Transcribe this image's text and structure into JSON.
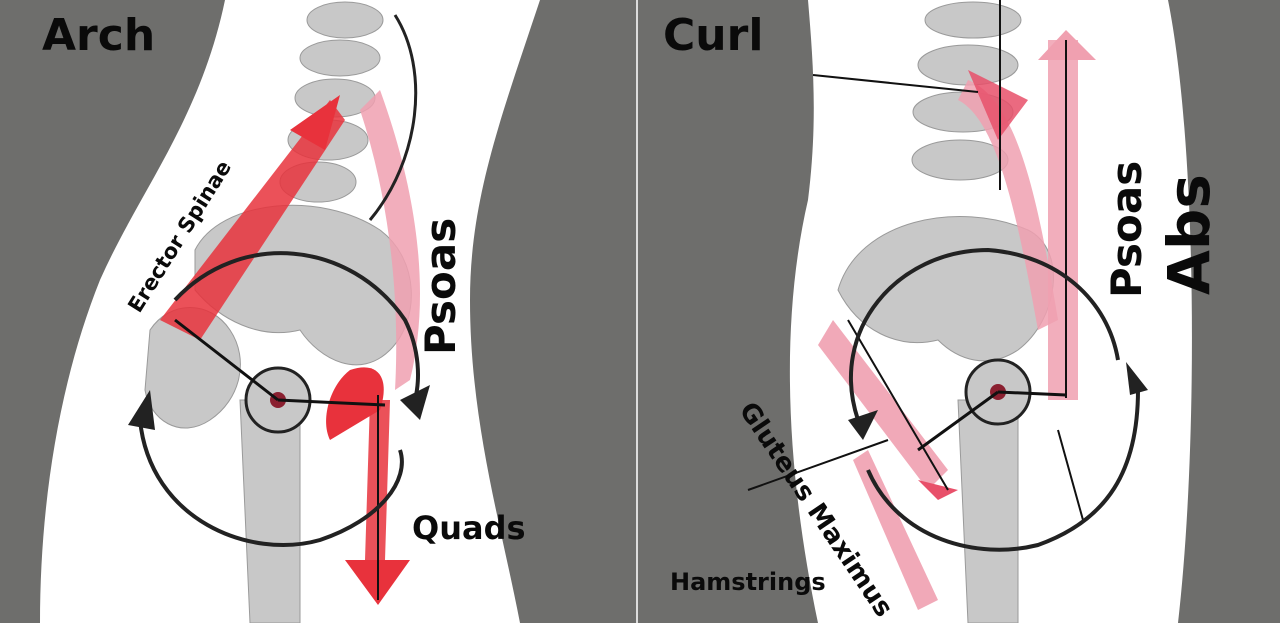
{
  "panels": {
    "arch": {
      "title": "Arch",
      "labels": {
        "erector_spinae": "Erector Spinae",
        "psoas": "Psoas",
        "quads": "Quads"
      }
    },
    "curl": {
      "title": "Curl",
      "labels": {
        "psoas": "Psoas",
        "abs": "Abs",
        "gluteus_maximus": "Gluteus Maximus",
        "hamstrings": "Hamstrings"
      }
    }
  },
  "colors": {
    "background_gray": "#6e6e6c",
    "bone_gray": "#c8c8c8",
    "muscle_red": "#e8323c",
    "muscle_pink": "#f0a0b0",
    "text": "#0a0a0a"
  }
}
